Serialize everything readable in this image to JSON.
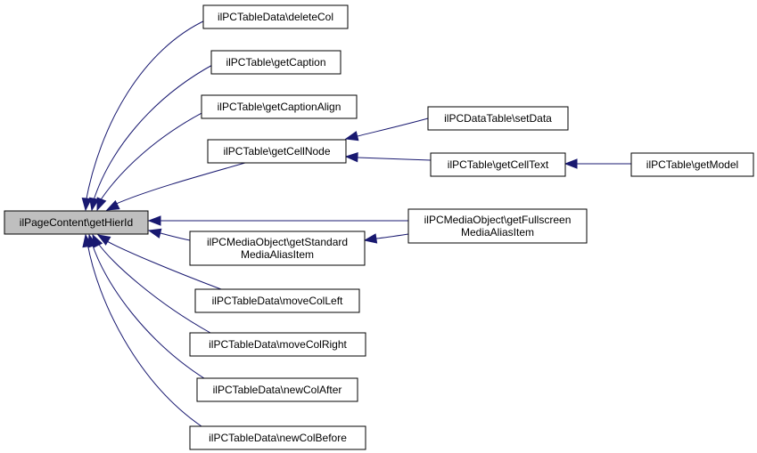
{
  "diagram": {
    "root": "n0",
    "colors": {
      "root_fill": "#bfbfbf",
      "node_fill": "#ffffff",
      "border": "#000000",
      "edge": "#191970"
    },
    "nodes": [
      {
        "id": "n0",
        "lines": [
          "ilPageContent\\getHierId"
        ]
      },
      {
        "id": "n1",
        "lines": [
          "ilPCTableData\\deleteCol"
        ]
      },
      {
        "id": "n2",
        "lines": [
          "ilPCTable\\getCaption"
        ]
      },
      {
        "id": "n3",
        "lines": [
          "ilPCTable\\getCaptionAlign"
        ]
      },
      {
        "id": "n4",
        "lines": [
          "ilPCTable\\getCellNode"
        ]
      },
      {
        "id": "n5",
        "lines": [
          "ilPCMediaObject\\getStandard",
          "MediaAliasItem"
        ]
      },
      {
        "id": "n6",
        "lines": [
          "ilPCTableData\\moveColLeft"
        ]
      },
      {
        "id": "n7",
        "lines": [
          "ilPCTableData\\moveColRight"
        ]
      },
      {
        "id": "n8",
        "lines": [
          "ilPCTableData\\newColAfter"
        ]
      },
      {
        "id": "n9",
        "lines": [
          "ilPCTableData\\newColBefore"
        ]
      },
      {
        "id": "n10",
        "lines": [
          "ilPCDataTable\\setData"
        ]
      },
      {
        "id": "n11",
        "lines": [
          "ilPCTable\\getCellText"
        ]
      },
      {
        "id": "n12",
        "lines": [
          "ilPCMediaObject\\getFullscreen",
          "MediaAliasItem"
        ]
      },
      {
        "id": "n13",
        "lines": [
          "ilPCTable\\getModel"
        ]
      }
    ],
    "edges": [
      {
        "from": "n1",
        "to": "n0"
      },
      {
        "from": "n2",
        "to": "n0"
      },
      {
        "from": "n3",
        "to": "n0"
      },
      {
        "from": "n4",
        "to": "n0"
      },
      {
        "from": "n12",
        "to": "n0"
      },
      {
        "from": "n5",
        "to": "n0"
      },
      {
        "from": "n6",
        "to": "n0"
      },
      {
        "from": "n7",
        "to": "n0"
      },
      {
        "from": "n8",
        "to": "n0"
      },
      {
        "from": "n9",
        "to": "n0"
      },
      {
        "from": "n10",
        "to": "n4"
      },
      {
        "from": "n11",
        "to": "n4"
      },
      {
        "from": "n12",
        "to": "n5"
      },
      {
        "from": "n13",
        "to": "n11"
      }
    ]
  }
}
